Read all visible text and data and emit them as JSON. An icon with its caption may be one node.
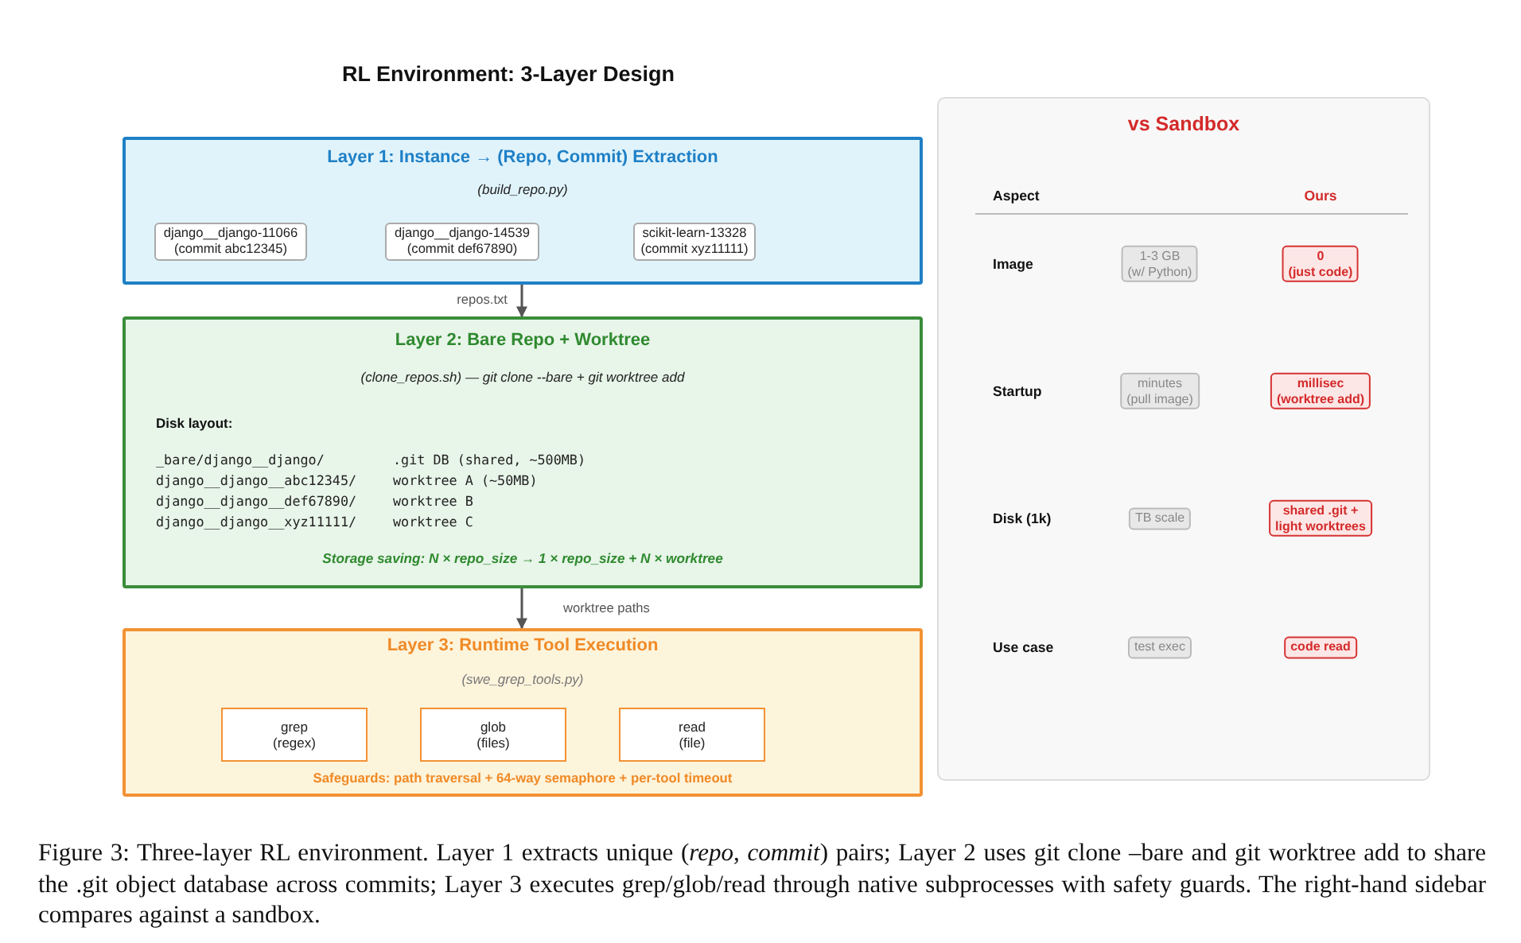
{
  "diagram": {
    "title": "RL Environment: 3-Layer Design",
    "caption": "Figure 3: Three-layer RL environment. Layer 1 extracts unique (*repo*, *commit*) pairs; Layer 2 uses git clone –bare and git worktree add to share the .git object database across commits; Layer 3 executes grep/glob/read through native subprocesses with safety guards. The right-hand sidebar compares against a sandbox.",
    "nodes": [
      {
        "text": [
          "Layer 1: Instance → (Repo, Commit) Extraction",
          "(build_repo.py)"
        ]
      },
      {
        "text": [
          "django__django-11066 (commit abc12345)"
        ],
        "in": 0
      },
      {
        "text": [
          "django__django-14539 (commit def67890)"
        ],
        "in": 0
      },
      {
        "text": [
          "scikit-learn-13328 (commit xyz11111)"
        ],
        "in": 0
      },
      {
        "text": [
          "Layer 2: Bare Repo + Worktree",
          "(clone_repos.sh)  —  git clone --bare + git worktree add",
          "Disk layout:",
          "_bare/django__django/",
          ".git DB (shared, ~500MB)",
          "django__django__abc12345/",
          "worktree A (~50MB)",
          "django__django__def67890/",
          "worktree B",
          "django__django__xyz11111/",
          "worktree C",
          "Storage saving:  N × repo_size  →  1 × repo_size + N × worktree"
        ]
      },
      {
        "text": [
          "Layer 3: Runtime Tool Execution",
          "(swe_grep_tools.py)",
          "Safeguards: path traversal + 64-way semaphore + per-tool timeout"
        ]
      },
      {
        "text": [
          "grep (regex)"
        ],
        "in": 5
      },
      {
        "text": [
          "glob (files)"
        ],
        "in": 5
      },
      {
        "text": [
          "read (file)"
        ],
        "in": 5
      },
      {
        "text": [
          "vs Sandbox"
        ]
      },
      {
        "text": [
          "1-3 GB (w/ Python)"
        ],
        "in": 9
      },
      {
        "text": [
          "0 (just code)"
        ],
        "in": 9
      },
      {
        "text": [
          "minutes (pull image)"
        ],
        "in": 9
      },
      {
        "text": [
          "millisec (worktree add)"
        ],
        "in": 9
      },
      {
        "text": [
          "TB scale"
        ],
        "in": 9
      },
      {
        "text": [
          "shared .git + light worktrees"
        ],
        "in": 9
      },
      {
        "text": [
          "test exec"
        ],
        "in": 9
      },
      {
        "text": [
          "code read"
        ],
        "in": 9
      }
    ],
    "edges": [
      {
        "from": 0,
        "to": 4,
        "arrow": "to",
        "label": "repos.txt"
      },
      {
        "from": 4,
        "to": 5,
        "arrow": "to",
        "label": "worktree paths"
      }
    ],
    "labels": [
      "Aspect",
      "Ours",
      "Image",
      "Startup",
      "Disk (1k)",
      "Use case"
    ]
  }
}
